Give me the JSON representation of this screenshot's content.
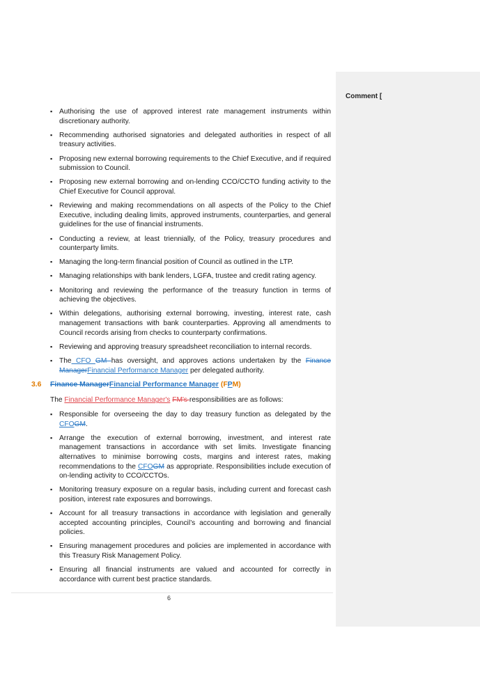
{
  "margin": {
    "header": "Comment ["
  },
  "bullets_top": [
    "Authorising the use of approved interest rate management instruments within discretionary authority.",
    "Recommending authorised signatories and delegated authorities in respect of all treasury activities.",
    "Proposing new external borrowing requirements to the Chief Executive, and if required submission to Council.",
    "Proposing new external borrowing and on-lending CCO/CCTO funding activity to the Chief Executive for Council approval.",
    "Reviewing and making recommendations on all aspects of the Policy to the Chief Executive, including dealing limits, approved instruments, counterparties, and general guidelines for the use of financial instruments.",
    "Conducting a review, at least triennially, of the Policy, treasury procedures and counterparty limits.",
    "Managing the long-term financial position of Council as outlined in the LTP.",
    "Managing relationships with bank lenders, LGFA, trustee and credit rating agency.",
    "Monitoring and reviewing the performance of the treasury function in terms of achieving the objectives.",
    "Within delegations, authorising external borrowing, investing, interest rate, cash management transactions with bank counterparties. Approving all amendments to Council records arising from checks to counterparty confirmations.",
    "Reviewing and approving treasury spreadsheet reconciliation to internal records."
  ],
  "oversight": {
    "t1": "The",
    "ins1": " CFO ",
    "del1": "GM ",
    "t2": " has oversight, and approves actions undertaken by the ",
    "del2": "Finance Manager",
    "ins2": "Financial Performance Manager",
    "t3": " per delegated authority."
  },
  "section": {
    "number": "3.6",
    "deleted": "Finance Manager",
    "inserted": "Financial Performance Manager",
    "abbr_open": " (F",
    "abbr_ins": "P",
    "abbr_close": "M)"
  },
  "intro": {
    "t1": "The ",
    "ins": "Financial Performance Manager's",
    "t2": " ",
    "del": "FM's ",
    "t3": "responsibilities are as follows:"
  },
  "fpm_bullets": {
    "b1": {
      "t1": "Responsible for overseeing the day to day treasury function as delegated by the ",
      "ins": "CFO",
      "del": "GM",
      "t2": "."
    },
    "b2": {
      "t1": "Arrange the execution of external borrowing, investment, and interest rate management transactions in accordance with set limits. Investigate financing alternatives to minimise borrowing costs, margins and interest rates, making recommendations to the ",
      "ins": "CFO",
      "del": "GM",
      "t2": " as appropriate.  Responsibilities include execution of on-lending activity to CCO/CCTOs."
    },
    "rest": [
      "Monitoring treasury exposure on a regular basis, including current and forecast cash position, interest rate exposures and borrowings.",
      "Account for all treasury transactions in accordance with legislation and generally accepted accounting principles, Council’s accounting and borrowing and financial policies.",
      "Ensuring management procedures and policies are implemented in accordance with this Treasury Risk Management Policy.",
      "Ensuring all financial instruments are valued and accounted for correctly in accordance with current best practice standards."
    ]
  },
  "page_number": "6"
}
